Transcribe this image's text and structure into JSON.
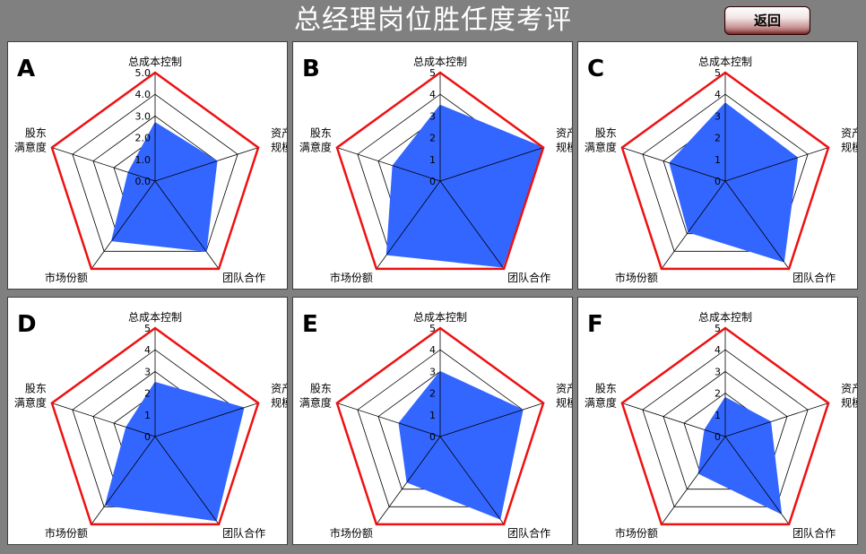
{
  "page": {
    "title": "总经理岗位胜任度考评",
    "back_label": "返回"
  },
  "colors": {
    "background": "#808080",
    "fill": "#3366ff",
    "outer_ring": "#ee1111",
    "grid": "#000000"
  },
  "chart_data": [
    {
      "type": "radar",
      "letter": "A",
      "axes": [
        "总成本控制",
        "资产\n规模",
        "团队合作",
        "市场份额",
        "股东\n满意度"
      ],
      "ylim": [
        0,
        5
      ],
      "ticks": [
        "0.0",
        "1.0",
        "2.0",
        "3.0",
        "4.0",
        "5.0"
      ],
      "values": [
        2.7,
        3.0,
        4.0,
        3.4,
        1.3
      ]
    },
    {
      "type": "radar",
      "letter": "B",
      "axes": [
        "总成本控制",
        "资产\n规模",
        "团队合作",
        "市场份额",
        "股东\n满意度"
      ],
      "ylim": [
        0,
        5
      ],
      "ticks": [
        "0",
        "1",
        "2",
        "3",
        "4",
        "5"
      ],
      "values": [
        3.5,
        5.0,
        4.9,
        4.2,
        2.3
      ]
    },
    {
      "type": "radar",
      "letter": "C",
      "axes": [
        "总成本控制",
        "资产\n规模",
        "团队合作",
        "市场份额",
        "股东\n满意度"
      ],
      "ylim": [
        0,
        5
      ],
      "ticks": [
        "0",
        "1",
        "2",
        "3",
        "4",
        "5"
      ],
      "values": [
        3.6,
        3.5,
        4.6,
        2.9,
        2.7
      ]
    },
    {
      "type": "radar",
      "letter": "D",
      "axes": [
        "总成本控制",
        "资产\n规模",
        "团队合作",
        "市场份额",
        "股东\n满意度"
      ],
      "ylim": [
        0,
        5
      ],
      "ticks": [
        "0",
        "1",
        "2",
        "3",
        "4",
        "5"
      ],
      "values": [
        2.5,
        4.3,
        4.8,
        3.9,
        1.4
      ]
    },
    {
      "type": "radar",
      "letter": "E",
      "axes": [
        "总成本控制",
        "资产\n规模",
        "团队合作",
        "市场份额",
        "股东\n满意度"
      ],
      "ylim": [
        0,
        5
      ],
      "ticks": [
        "0",
        "1",
        "2",
        "3",
        "4",
        "5"
      ],
      "values": [
        3.0,
        4.0,
        4.7,
        2.6,
        2.0
      ]
    },
    {
      "type": "radar",
      "letter": "F",
      "axes": [
        "总成本控制",
        "资产\n规模",
        "团队合作",
        "市场份额",
        "股东\n满意度"
      ],
      "ylim": [
        0,
        5
      ],
      "ticks": [
        "0",
        "1",
        "2",
        "3",
        "4",
        "5"
      ],
      "values": [
        1.8,
        2.2,
        4.4,
        2.1,
        1.0
      ]
    }
  ]
}
